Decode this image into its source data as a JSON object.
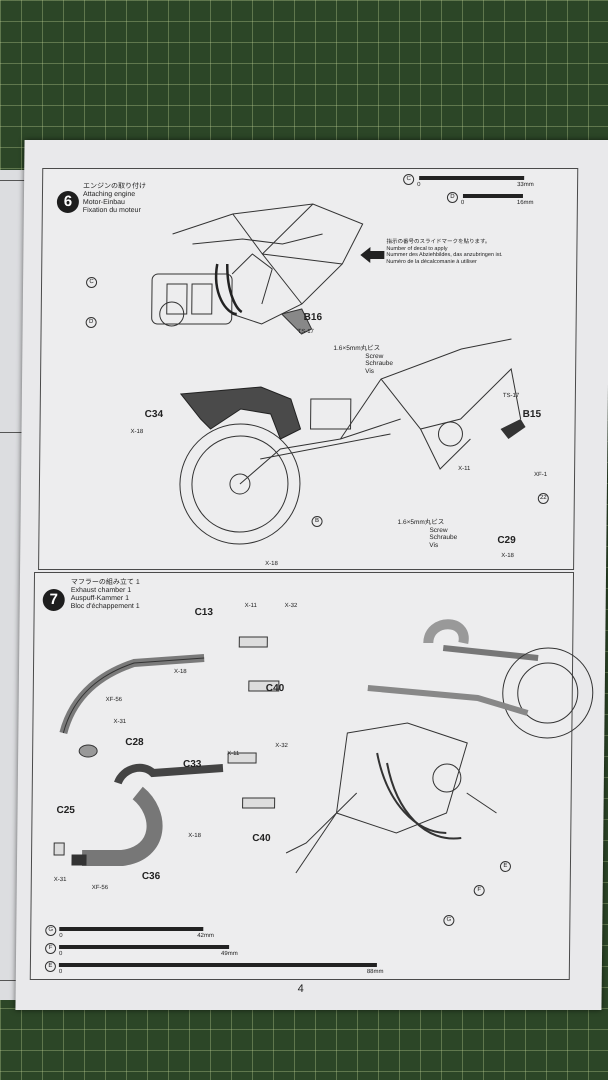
{
  "page_number": "4",
  "step6": {
    "number": "6",
    "title_ja": "エンジンの取り付け",
    "title_en": "Attaching engine",
    "title_de": "Motor-Einbau",
    "title_fr": "Fixation du moteur",
    "scale_c": {
      "letter": "C",
      "start": "0",
      "end": "33mm"
    },
    "scale_d": {
      "letter": "D",
      "start": "0",
      "end": "16mm"
    },
    "decal_note": [
      "指示の番号のスライドマークを貼ります。",
      "Number of decal to apply",
      "Nummer des Abziehbildes, das anzubringen ist.",
      "Numéro de la décalcomanie à utiliser"
    ],
    "screw": {
      "ja": "1.6×5mm丸ビス",
      "en": "Screw",
      "de": "Schraube",
      "fr": "Vis"
    },
    "screw2": {
      "ja": "1.6×5mm丸ビス",
      "en": "Screw",
      "de": "Schraube",
      "fr": "Vis"
    },
    "labels": {
      "b16": "B16",
      "ts17a": "TS-17",
      "c34": "C34",
      "x18a": "X-18",
      "x18b": "X-18",
      "ts17b": "TS-17",
      "b15": "B15",
      "x11": "X-11",
      "xf1": "XF-1",
      "decal22": "22",
      "c29": "C29",
      "x18c": "X-18",
      "c": "C",
      "d": "D",
      "b": "B"
    }
  },
  "step7": {
    "number": "7",
    "title_ja": "マフラーの組み立て 1",
    "title_en": "Exhaust chamber 1",
    "title_de": "Auspuff-Kammer 1",
    "title_fr": "Bloc d'échappement 1",
    "labels": {
      "c13": "C13",
      "x11a": "X-11",
      "x32a": "X-32",
      "x18a": "X-18",
      "c40a": "C40",
      "xf56a": "XF-56",
      "x31a": "X-31",
      "c28": "C28",
      "c33": "C33",
      "x11b": "X-11",
      "x32b": "X-32",
      "x18b": "X-18",
      "c40b": "C40",
      "c25": "C25",
      "x31b": "X-31",
      "xf56b": "XF-56",
      "c36": "C36",
      "e": "E",
      "f": "F",
      "g": "G"
    },
    "scales": [
      {
        "letter": "G",
        "start": "0",
        "end": "42mm"
      },
      {
        "letter": "F",
        "start": "0",
        "end": "49mm"
      },
      {
        "letter": "E",
        "start": "0",
        "end": "88mm"
      }
    ]
  }
}
